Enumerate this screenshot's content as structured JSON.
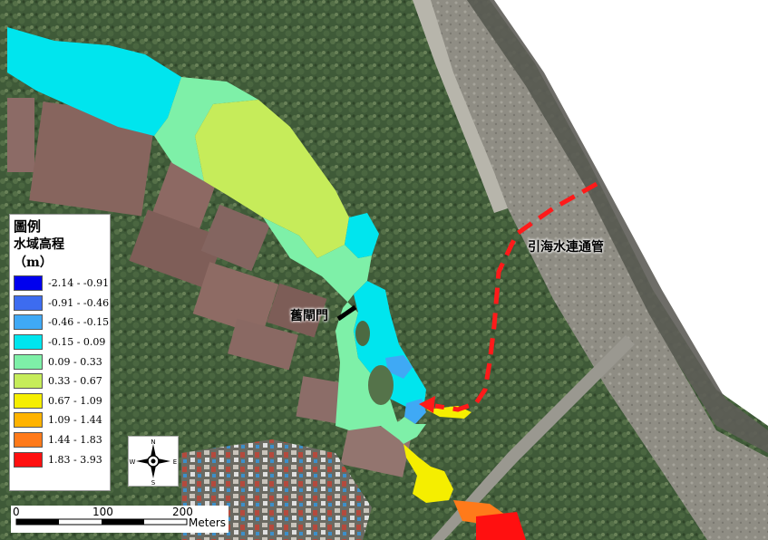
{
  "legend": {
    "title": "圖例",
    "subtitle": "水域高程",
    "unit": "（m）",
    "classes": [
      {
        "range": "-2.14 - -0.91",
        "color": "#0000ee"
      },
      {
        "range": "-0.91 - -0.46",
        "color": "#3d6cf0"
      },
      {
        "range": "-0.46 - -0.15",
        "color": "#3fa9f5"
      },
      {
        "range": "-0.15 - 0.09",
        "color": "#00e5ee"
      },
      {
        "range": "0.09 - 0.33",
        "color": "#7ef0a8"
      },
      {
        "range": "0.33 - 0.67",
        "color": "#c6ec5a"
      },
      {
        "range": "0.67 - 1.09",
        "color": "#f5ee00"
      },
      {
        "range": "1.09 - 1.44",
        "color": "#ffb300"
      },
      {
        "range": "1.44 - 1.83",
        "color": "#ff7a1a"
      },
      {
        "range": "1.83 - 3.93",
        "color": "#ff1010"
      }
    ]
  },
  "labels": {
    "old_gate": "舊閘門",
    "sea_pipe": "引海水連通管"
  },
  "compass": {
    "n": "N",
    "s": "S",
    "e": "E",
    "w": "W"
  },
  "scale": {
    "ticks": [
      "0",
      "100",
      "200"
    ],
    "unit": "Meters"
  }
}
